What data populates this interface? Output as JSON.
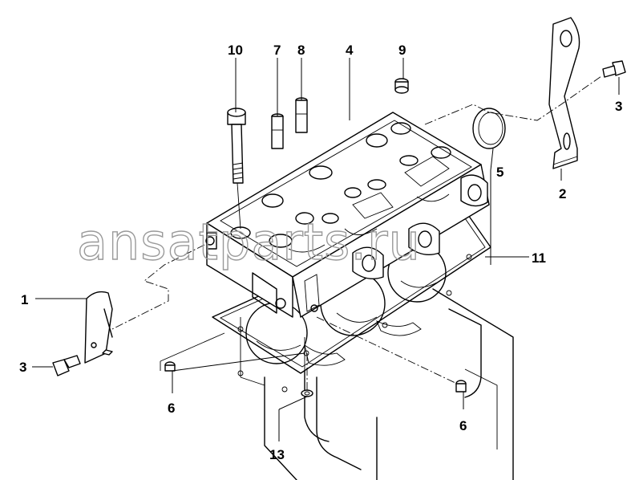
{
  "watermark": "ansatparts.ru",
  "callouts": [
    {
      "id": "c1",
      "label": "1"
    },
    {
      "id": "c2",
      "label": "2"
    },
    {
      "id": "c3a",
      "label": "3"
    },
    {
      "id": "c3b",
      "label": "3"
    },
    {
      "id": "c4",
      "label": "4"
    },
    {
      "id": "c5",
      "label": "5"
    },
    {
      "id": "c6a",
      "label": "6"
    },
    {
      "id": "c6b",
      "label": "6"
    },
    {
      "id": "c7",
      "label": "7"
    },
    {
      "id": "c8",
      "label": "8"
    },
    {
      "id": "c9",
      "label": "9"
    },
    {
      "id": "c10",
      "label": "10"
    },
    {
      "id": "c11",
      "label": "11"
    },
    {
      "id": "c13",
      "label": "13"
    }
  ]
}
